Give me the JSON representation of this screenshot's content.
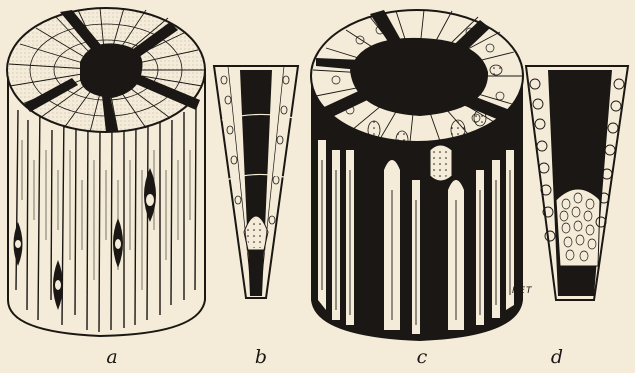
{
  "captions": {
    "a": "a",
    "b": "b",
    "c": "c",
    "d": "d"
  },
  "artist_initials": "RET",
  "colors": {
    "paper": "#f4ecd8",
    "ink": "#1a1714"
  }
}
